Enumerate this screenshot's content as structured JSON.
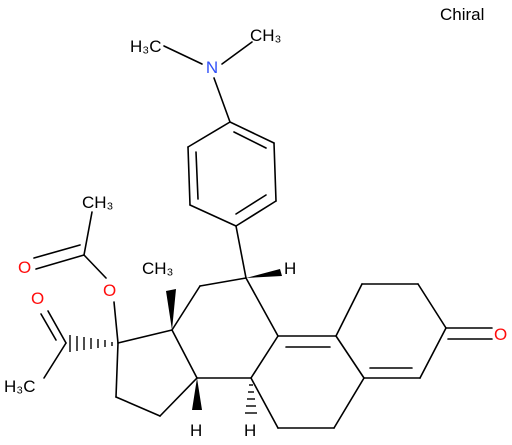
{
  "chiral_label": "Chiral",
  "colors": {
    "bond": "#000000",
    "carbon_label": "#000000",
    "oxygen": "#ff0d0d",
    "nitrogen": "#3050f8"
  },
  "atoms": {
    "n": "N",
    "ch3_left": "H₃C",
    "ch3_right": "CH₃",
    "ch3_acetate": "CH₃",
    "o_carbonyl_acetate": "O",
    "o_ester": "O",
    "o_acetyl": "O",
    "ch3_acetyl": "H₃C",
    "ch3_methyl": "CH₃",
    "h_11": "H",
    "h_14": "H",
    "h_9": "H",
    "o_ketone": "O"
  }
}
